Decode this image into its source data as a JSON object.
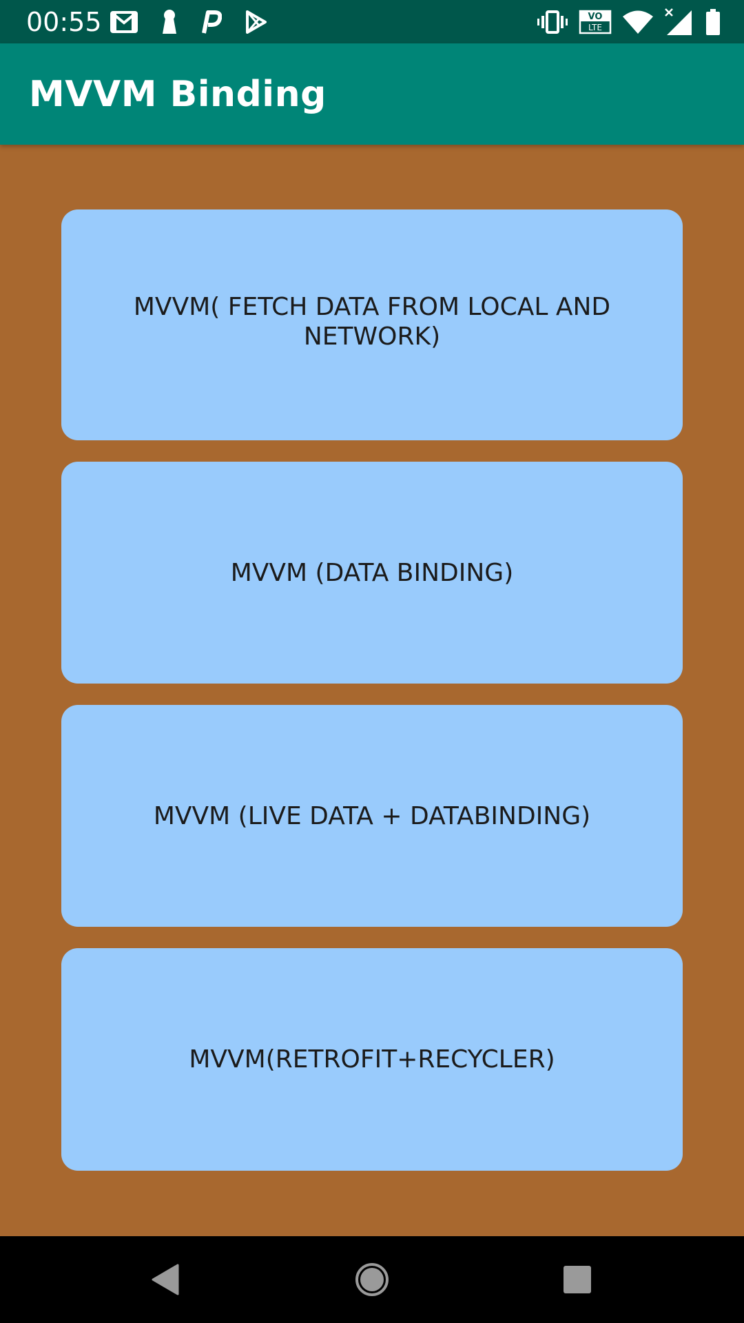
{
  "status_bar": {
    "time": "00:55",
    "left_icons": [
      "gmail-icon",
      "keyhole-icon",
      "paytm-p-icon",
      "play-store-icon"
    ],
    "right_icons": [
      "vibrate-icon",
      "volte-icon",
      "wifi-icon",
      "signal-icon",
      "battery-icon"
    ],
    "volte_text_top": "VO",
    "volte_text_bottom": "LTE"
  },
  "app_bar": {
    "title": "MVVM Binding"
  },
  "buttons": [
    {
      "label": "MVVM( FETCH DATA FROM LOCAL AND NETWORK)"
    },
    {
      "label": "MVVM (DATA BINDING)"
    },
    {
      "label": "MVVM (LIVE DATA + DATABINDING)"
    },
    {
      "label": "MVVM(RETROFIT+RECYCLER)"
    }
  ],
  "nav_bar": {
    "icons": [
      "back-icon",
      "home-icon",
      "recents-icon"
    ]
  },
  "colors": {
    "status_bar": "#00574B",
    "app_bar": "#008577",
    "background": "#A8682F",
    "card": "#99CBFC",
    "nav_bar": "#000000"
  }
}
